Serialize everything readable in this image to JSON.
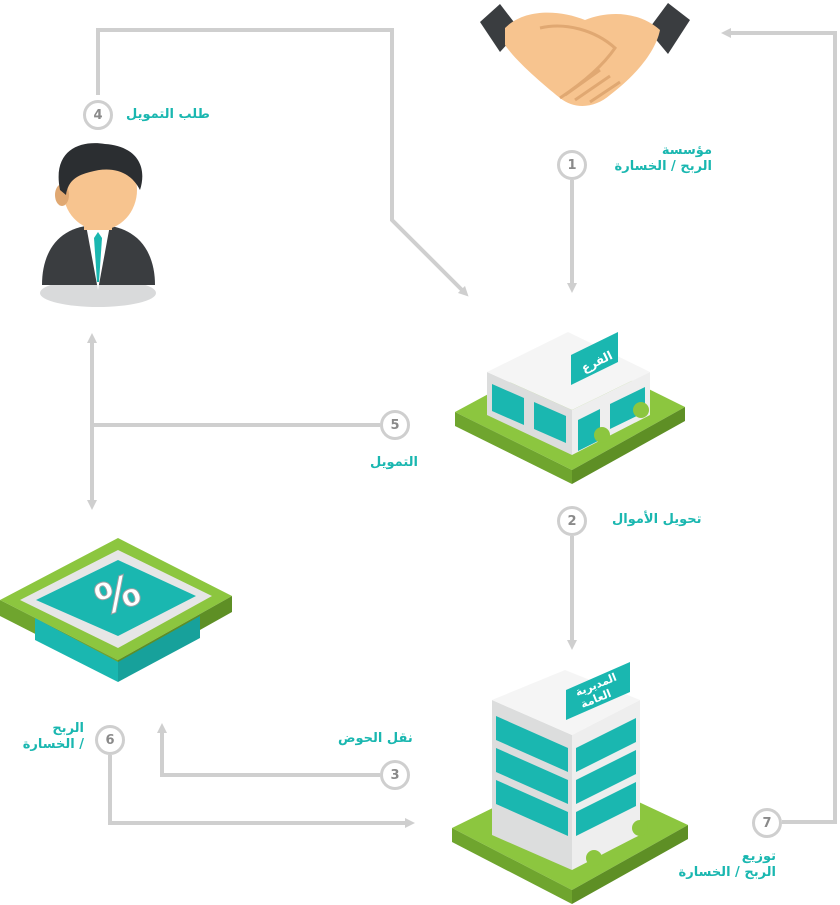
{
  "steps": [
    {
      "num": "1",
      "label_line1": "مؤسسة",
      "label_line2": "الربح / الخسارة"
    },
    {
      "num": "2",
      "label": "تحويل الأموال"
    },
    {
      "num": "3",
      "label": "نقل الحوض"
    },
    {
      "num": "4",
      "label": "طلب التمويل"
    },
    {
      "num": "5",
      "label": "التمويل"
    },
    {
      "num": "6",
      "label_line1": "الربح",
      "label_line2": "/ الخسارة"
    },
    {
      "num": "7",
      "label_line1": "توزيع",
      "label_line2": "الربح / الخسارة"
    }
  ],
  "branch_sign": "الفرع",
  "hq_sign_line1": "المديرية",
  "hq_sign_line2": "العامة",
  "pool_symbol": "%",
  "colors": {
    "teal": "#1ab7b0",
    "green": "#8cc63f",
    "line": "#cfcfcf",
    "skin": "#f7c48f",
    "suit": "#3a3d40"
  }
}
